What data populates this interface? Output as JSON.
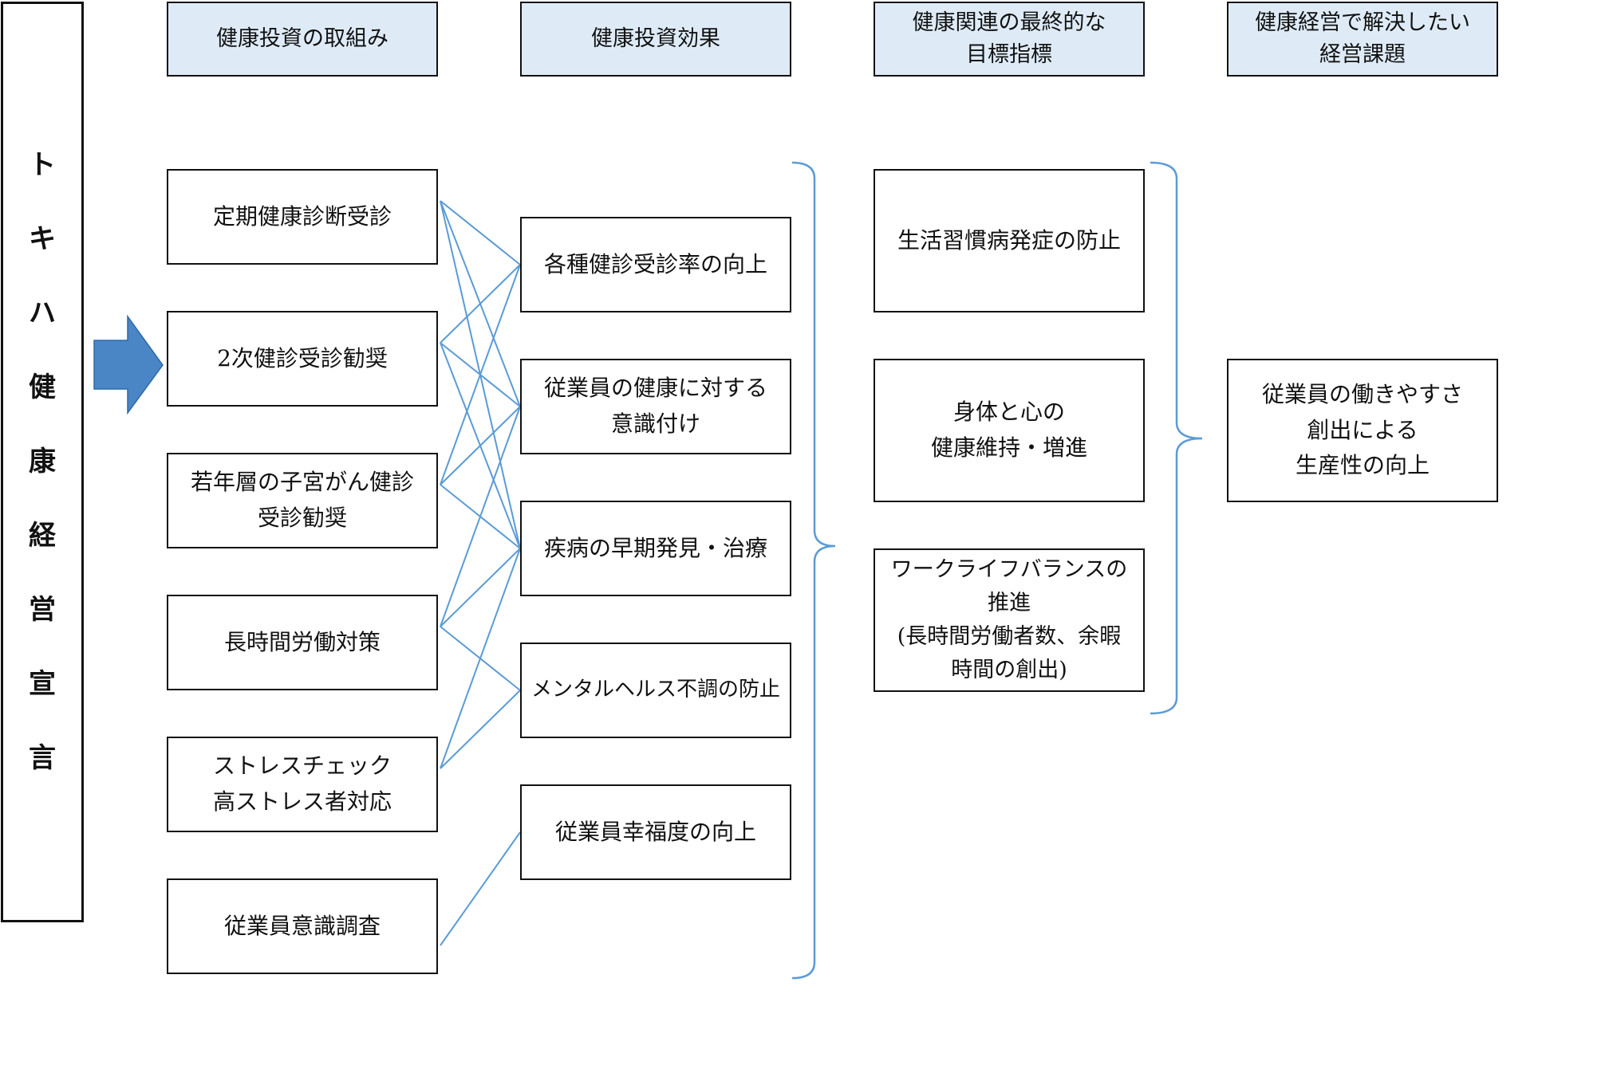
{
  "declaration": [
    "ト",
    "キ",
    "ハ",
    "健",
    "康",
    "経",
    "営",
    "宣",
    "言"
  ],
  "headers": [
    "健康投資の取組み",
    "健康投資効果",
    "健康関連の最終的な\n目標指標",
    "健康経営で解決したい\n経営課題"
  ],
  "initiatives": [
    "定期健康診断受診",
    "2次健診受診勧奨",
    "若年層の子宮がん健診\n受診勧奨",
    "長時間労働対策",
    "ストレスチェック\n高ストレス者対応",
    "従業員意識調査"
  ],
  "effects": [
    "各種健診受診率の向上",
    "従業員の健康に対する\n意識付け",
    "疾病の早期発見・治療",
    "メンタルヘルス不調の防止",
    "従業員幸福度の向上"
  ],
  "goals": [
    "生活習慣病発症の防止",
    "身体と心の\n健康維持・増進",
    "ワークライフバランスの\n推進\n(長時間労働者数、余暇\n時間の創出)"
  ],
  "issue": "従業員の働きやすさ\n創出による\n生産性の向上",
  "colors": {
    "header_fill": "#deebf7",
    "connector": "#5b9bd5",
    "arrow": "#4a86c6"
  },
  "links": [
    [
      0,
      0
    ],
    [
      0,
      1
    ],
    [
      0,
      2
    ],
    [
      1,
      0
    ],
    [
      1,
      1
    ],
    [
      1,
      2
    ],
    [
      2,
      0
    ],
    [
      2,
      1
    ],
    [
      2,
      2
    ],
    [
      3,
      1
    ],
    [
      3,
      2
    ],
    [
      3,
      3
    ],
    [
      4,
      2
    ],
    [
      4,
      3
    ],
    [
      5,
      4
    ]
  ]
}
